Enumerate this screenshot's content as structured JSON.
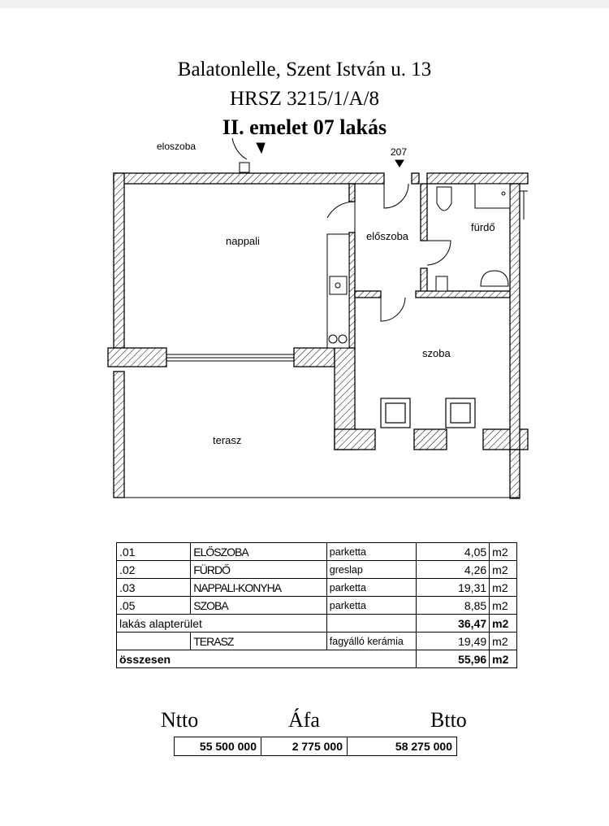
{
  "header": {
    "line1": "Balatonlelle, Szent István u. 13",
    "line2": "HRSZ 3215/1/A/8",
    "line3": "II. emelet 07 lakás"
  },
  "plan": {
    "labels": {
      "eloszoba_top": "eloszoba",
      "door_number": "207",
      "nappali": "nappali",
      "eloszoba": "előszoba",
      "furdo": "fürdő",
      "szoba": "szoba",
      "terasz": "terasz"
    }
  },
  "rooms_table": {
    "rows": [
      {
        "code": ".01",
        "name": "ELŐSZOBA",
        "floor": "parketta",
        "area": "4,05",
        "unit": "m2"
      },
      {
        "code": ".02",
        "name": "FÜRDŐ",
        "floor": "greslap",
        "area": "4,26",
        "unit": "m2"
      },
      {
        "code": ".03",
        "name": "NAPPALI-KONYHA",
        "floor": "parketta",
        "area": "19,31",
        "unit": "m2"
      },
      {
        "code": ".05",
        "name": "SZOBA",
        "floor": "parketta",
        "area": "8,85",
        "unit": "m2"
      }
    ],
    "subtotal": {
      "label": "lakás alapterület",
      "area": "36,47",
      "unit": "m2"
    },
    "terrace": {
      "name": "TERASZ",
      "floor": "fagyálló kerámia",
      "area": "19,49",
      "unit": "m2"
    },
    "total": {
      "label": "összesen",
      "area": "55,96",
      "unit": "m2"
    }
  },
  "prices": {
    "ntto_label": "Ntto",
    "afa_label": "Áfa",
    "btto_label": "Btto",
    "ntto": "55 500 000",
    "afa": "2 775 000",
    "btto": "58 275 000"
  }
}
